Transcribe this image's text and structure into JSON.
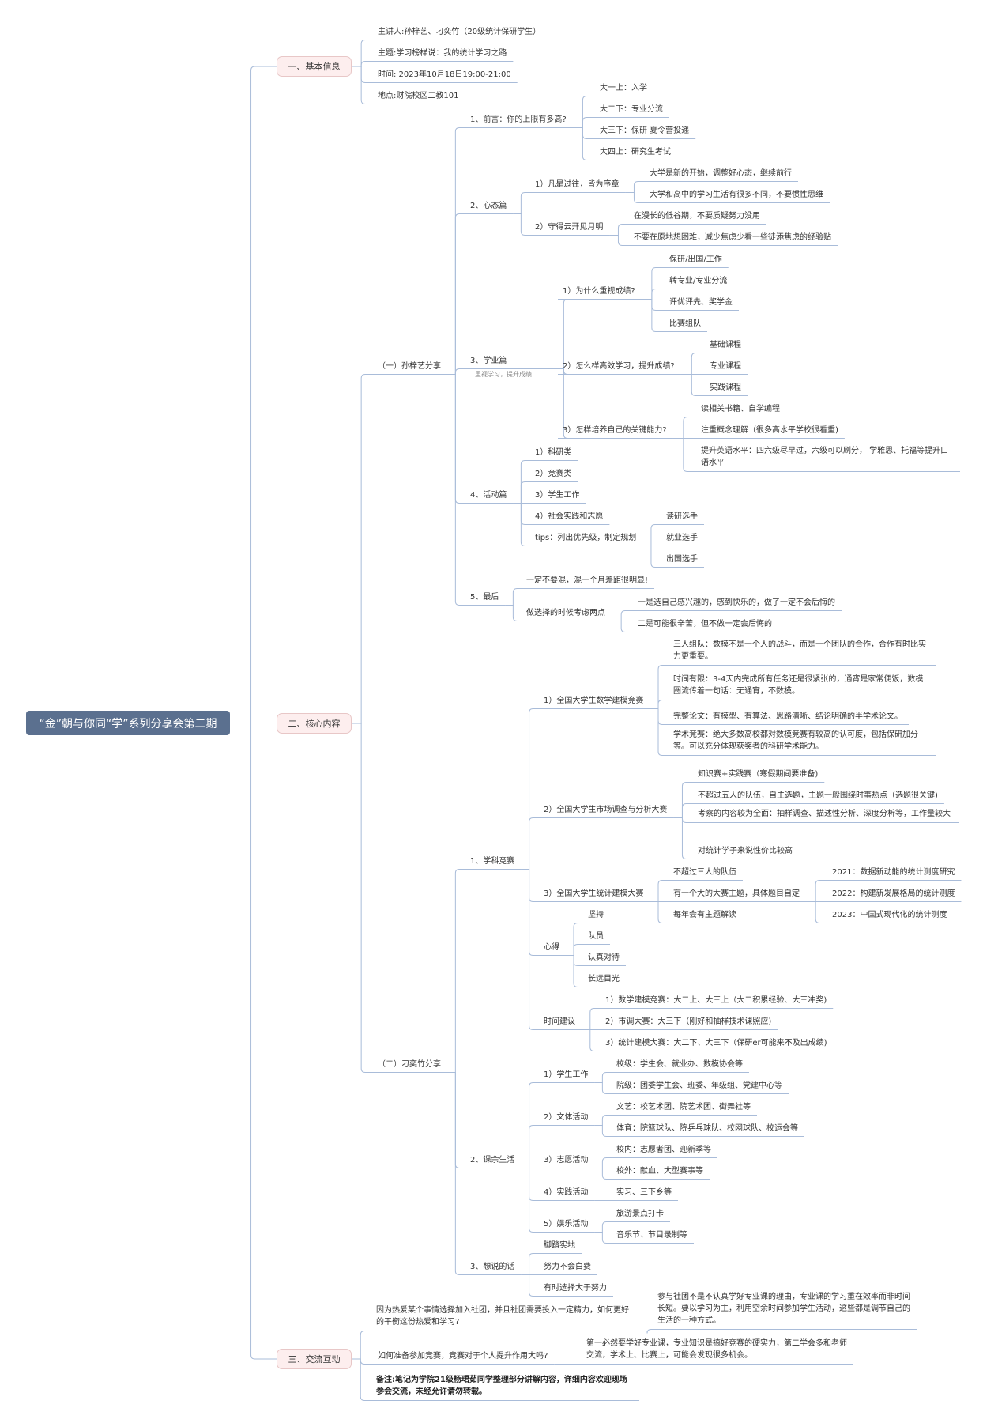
{
  "title": "“金”朝与你同“学”系列分享会第二期",
  "colors": {
    "line": "#a9bcd9",
    "root_bg": "#5b708f",
    "section_bg": "#fdeeee",
    "text": "#333333"
  },
  "sections": {
    "basic": "一、基本信息",
    "core": "二、核心内容",
    "qa": "三、交流互动"
  },
  "basic": {
    "speakers": "主讲人:孙梓艺、刁奕竹（20级统计保研学生）",
    "topic": "主题:学习榜样说：我的统计学习之路",
    "time": "时间: 2023年10月18日19:00-21:00",
    "place": "地点:财院校区二教101"
  },
  "sun": {
    "label": "（一）孙梓艺分享",
    "intro": {
      "label": "1、前言：你的上限有多高?",
      "items": [
        "大一上：入学",
        "大二下：专业分流",
        "大三下：保研 夏令营投递",
        "大四上：研究生考试"
      ]
    },
    "mind": {
      "label": "2、心态篇",
      "a": {
        "label": "1）凡是过往，皆为序章",
        "items": [
          "大学是新的开始，调整好心态，继续前行",
          "大学和高中的学习生活有很多不同，不要惯性思维"
        ]
      },
      "b": {
        "label": "2）守得云开见月明",
        "items": [
          "在漫长的低谷期，不要质疑努力没用",
          "不要在原地想困难，减少焦虑少看一些徒添焦虑的经验贴"
        ]
      }
    },
    "study": {
      "label": "3、学业篇",
      "sublabel": "重视学习，提升成绩",
      "a": {
        "label": "1）为什么重视成绩?",
        "items": [
          "保研/出国/工作",
          "转专业/专业分流",
          "评优评先、奖学金",
          "比赛组队"
        ]
      },
      "b": {
        "label": "2）怎么样高效学习，提升成绩?",
        "items": [
          "基础课程",
          "专业课程",
          "实践课程"
        ]
      },
      "c": {
        "label": "3）怎样培养自己的关键能力?",
        "items": [
          "读相关书籍、自学编程",
          "注重概念理解（很多高水平学校很看重)",
          "提升英语水平：四六级尽早过，六级可以刷分， 学雅思、托福等提升口语水平"
        ]
      }
    },
    "activity": {
      "label": "4、活动篇",
      "items": [
        "1）科研类",
        "2）竞赛类",
        "3）学生工作",
        "4）社会实践和志愿"
      ],
      "tips": {
        "label": "tips：列出优先级，制定规划",
        "items": [
          "读研选手",
          "就业选手",
          "出国选手"
        ]
      }
    },
    "last": {
      "label": "5、最后",
      "a": "一定不要混，混一个月差距很明显!",
      "b": {
        "label": "做选择的时候考虑两点",
        "items": [
          "一是选自己感兴趣的，感到快乐的，做了一定不会后悔的",
          "二是可能很辛苦，但不做一定会后悔的"
        ]
      }
    }
  },
  "diao": {
    "label": "（二）刁奕竹分享",
    "comp": {
      "label": "1、学科竞赛",
      "math": {
        "label": "1）全国大学生数学建模竞赛",
        "items": [
          "三人组队：数模不是一个人的战斗，而是一个团队的合作，合作有时比实力更重要。",
          "时间有限：3-4天内完成所有任务还是很紧张的，通宵是家常便饭，数模圈流传着一句话：无通宵，不数模。",
          "完整论文：有模型、有算法、思路清晰、结论明确的半学术论文。",
          "学术竞赛：绝大多数高校都对数模竞赛有较高的认可度，包括保研加分等。可以充分体现获奖者的科研学术能力。"
        ]
      },
      "market": {
        "label": "2）全国大学生市场调查与分析大赛",
        "items": [
          "知识赛+实践赛（寒假期间要准备)",
          "不超过五人的队伍，自主选题，主题一般围绕时事热点（选题很关键)",
          "考察的内容较为全面：抽样调查、描述性分析、深度分析等，工作量较大",
          "对统计学子来说性价比较高"
        ]
      },
      "stat": {
        "label": "3）全国大学生统计建模大赛",
        "items": [
          "不超过三人的队伍",
          "有一个大的大赛主题，具体题目自定",
          "每年会有主题解读"
        ],
        "years": [
          "2021：数据新动能的统计测度研究",
          "2022：构建新发展格局的统计测度",
          "2023：中国式现代化的统计测度"
        ]
      },
      "exp": {
        "label": "心得",
        "items": [
          "坚持",
          "队员",
          "认真对待",
          "长远目光"
        ]
      },
      "time": {
        "label": "时间建议",
        "items": [
          "1）数学建模竞赛：大二上、大三上（大二积累经验、大三冲奖)",
          "2）市调大赛：大三下（刚好和抽样技术课照应)",
          "3）统计建模大赛：大二下、大三下（保研er可能来不及出成绩)"
        ]
      }
    },
    "life": {
      "label": "2、课余生活",
      "work": {
        "label": "1）学生工作",
        "items": [
          "校级：学生会、就业办、数模协会等",
          "院级：团委学生会、班委、年级组、党建中心等"
        ]
      },
      "art": {
        "label": "2）文体活动",
        "items": [
          "文艺：校艺术团、院艺术团、街舞社等",
          "体育：院篮球队、院乒乓球队、校网球队、校运会等"
        ]
      },
      "vol": {
        "label": "3）志愿活动",
        "items": [
          "校内：志愿者团、迎新季等",
          "校外：献血、大型赛事等"
        ]
      },
      "prac": {
        "label": "4）实践活动",
        "items": [
          "实习、三下乡等"
        ]
      },
      "fun": {
        "label": "5）娱乐活动",
        "items": [
          "旅游景点打卡",
          "音乐节、节目录制等"
        ]
      }
    },
    "words": {
      "label": "3、想说的话",
      "items": [
        "脚踏实地",
        "努力不会白费",
        "有时选择大于努力"
      ]
    }
  },
  "qa": {
    "q1": "因为热爱某个事情选择加入社团，并且社团需要投入一定精力，如何更好的平衡这份热爱和学习?",
    "a1": "参与社团不是不认真学好专业课的理由，专业课的学习重在效率而非时间长短。要以学习为主，利用空余时间参加学生活动，这些都是调节自己的生活的一种方式。",
    "q2": "如何准备参加竞赛，竞赛对于个人提升作用大吗?",
    "a2": "第一必然要学好专业课，专业知识是搞好竞赛的硬实力，第二学会多和老师交流，学术上、比赛上，可能会发现很多机会。",
    "note": "备注:笔记为学院21级杨珺茹同学整理部分讲解内容，详细内容欢迎现场参会交流，未经允许请勿转载。"
  }
}
